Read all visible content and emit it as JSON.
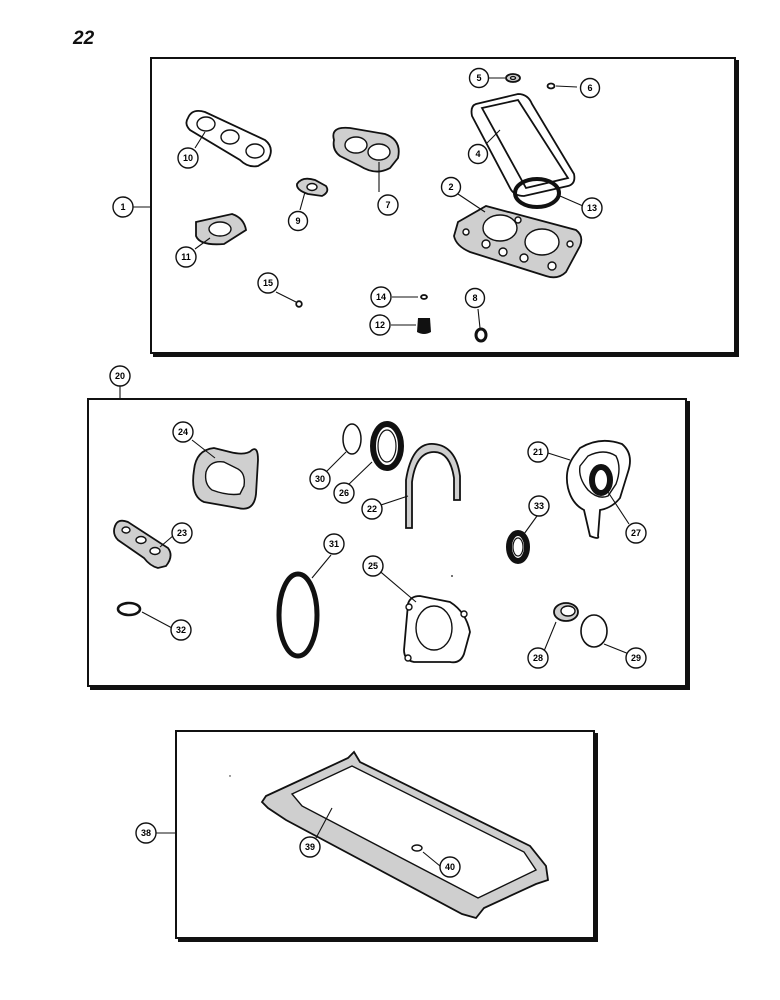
{
  "page": {
    "number": "22"
  },
  "callouts": [
    {
      "label": "1"
    },
    {
      "label": "2"
    },
    {
      "label": "4"
    },
    {
      "label": "5"
    },
    {
      "label": "6"
    },
    {
      "label": "7"
    },
    {
      "label": "8"
    },
    {
      "label": "9"
    },
    {
      "label": "10"
    },
    {
      "label": "11"
    },
    {
      "label": "12"
    },
    {
      "label": "13"
    },
    {
      "label": "14"
    },
    {
      "label": "15"
    },
    {
      "label": "20"
    },
    {
      "label": "21"
    },
    {
      "label": "22"
    },
    {
      "label": "23"
    },
    {
      "label": "24"
    },
    {
      "label": "25"
    },
    {
      "label": "26"
    },
    {
      "label": "27"
    },
    {
      "label": "28"
    },
    {
      "label": "29"
    },
    {
      "label": "30"
    },
    {
      "label": "31"
    },
    {
      "label": "32"
    },
    {
      "label": "33"
    },
    {
      "label": "38"
    },
    {
      "label": "39"
    },
    {
      "label": "40"
    }
  ]
}
